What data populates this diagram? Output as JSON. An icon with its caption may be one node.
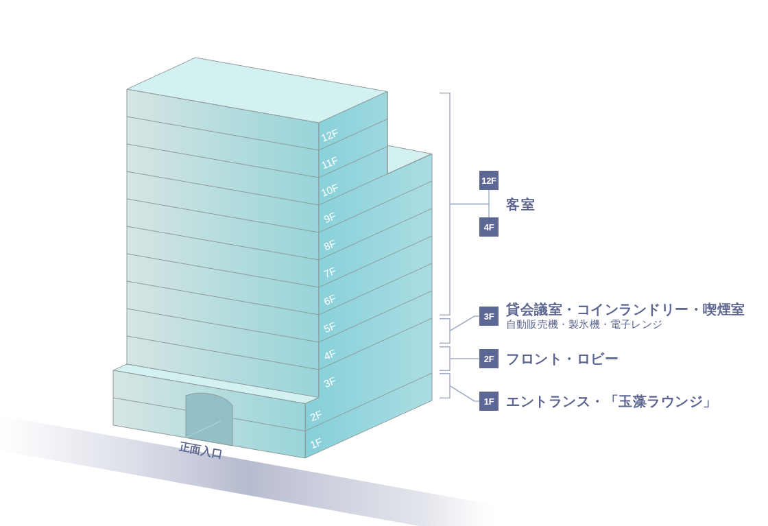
{
  "diagram": {
    "nodes": [
      {
        "text": [],
        "shape": "bracket"
      },
      {
        "text": [
          "12F"
        ]
      },
      {
        "text": [
          "4F"
        ]
      },
      {
        "text": [],
        "shape": "bracket"
      },
      {
        "text": [
          "3F"
        ],
        "beside": [
          "貸会議室・コインランドリー・喫煙室",
          "自動販売機・製氷機・電子レンジ"
        ]
      },
      {
        "text": [],
        "shape": "bracket"
      },
      {
        "text": [
          "2F"
        ],
        "beside": [
          "フロント・ロビー"
        ]
      },
      {
        "text": [],
        "shape": "bracket"
      },
      {
        "text": [
          "1F"
        ],
        "beside": [
          "エントランス・「玉藻ラウンジ」"
        ]
      }
    ],
    "edges": [
      {
        "from": 0,
        "to": 1,
        "arrow": "none"
      },
      {
        "from": 0,
        "to": 2,
        "arrow": "none"
      },
      {
        "from": 3,
        "to": 4,
        "arrow": "none"
      },
      {
        "from": 5,
        "to": 6,
        "arrow": "none"
      },
      {
        "from": 7,
        "to": 8,
        "arrow": "none"
      }
    ],
    "labels": [
      "12F",
      "11F",
      "10F",
      "9F",
      "8F",
      "7F",
      "6F",
      "5F",
      "4F",
      "3F",
      "2F",
      "1F",
      "正面入口",
      "客室"
    ]
  }
}
